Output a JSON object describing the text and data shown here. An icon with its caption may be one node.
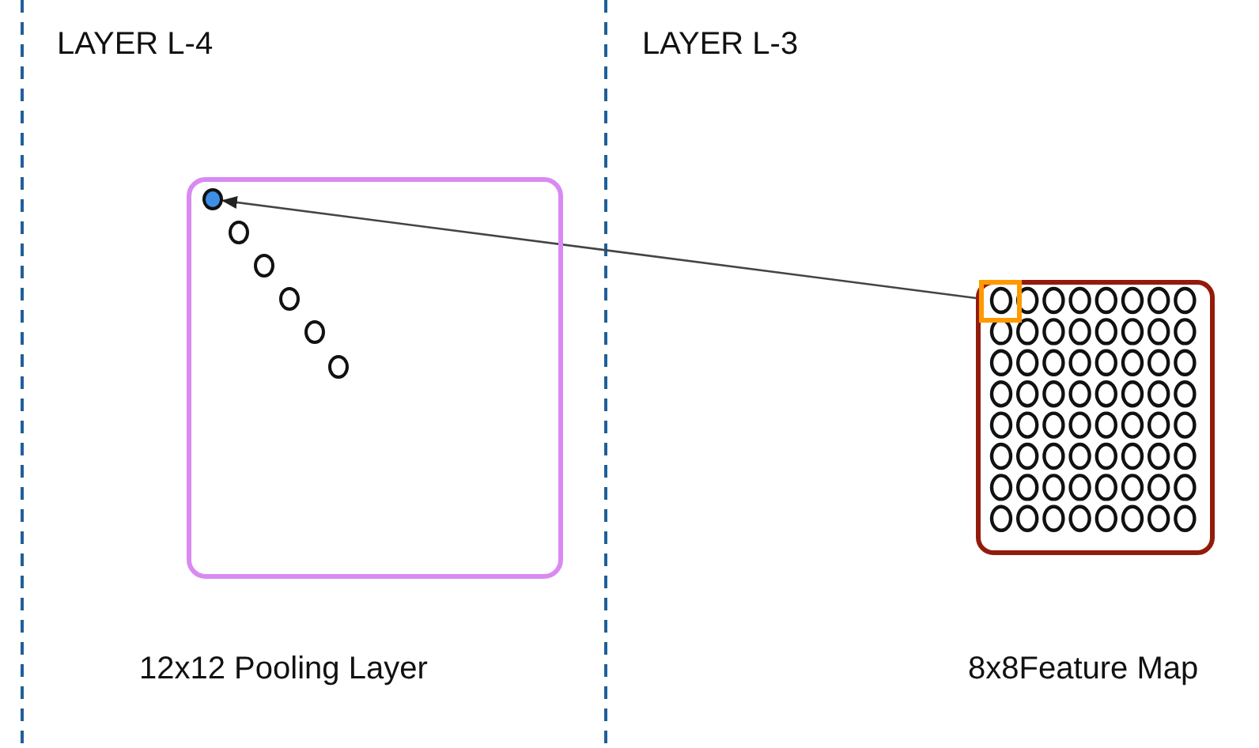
{
  "diagram": {
    "nodes": [
      {
        "text": [],
        "shape": "box",
        "beside": [
          "12x12 Pooling Layer"
        ]
      },
      {
        "text": [],
        "shape": "circle",
        "in": 0
      },
      {
        "text": [],
        "shape": "box",
        "beside": [
          "8x8Feature Map"
        ]
      },
      {
        "text": [],
        "shape": "box",
        "in": 2
      }
    ],
    "edges": [
      {
        "from": 3,
        "to": 1,
        "arrow": "to"
      }
    ],
    "labels": [
      "LAYER L-4",
      "LAYER L-3"
    ]
  }
}
